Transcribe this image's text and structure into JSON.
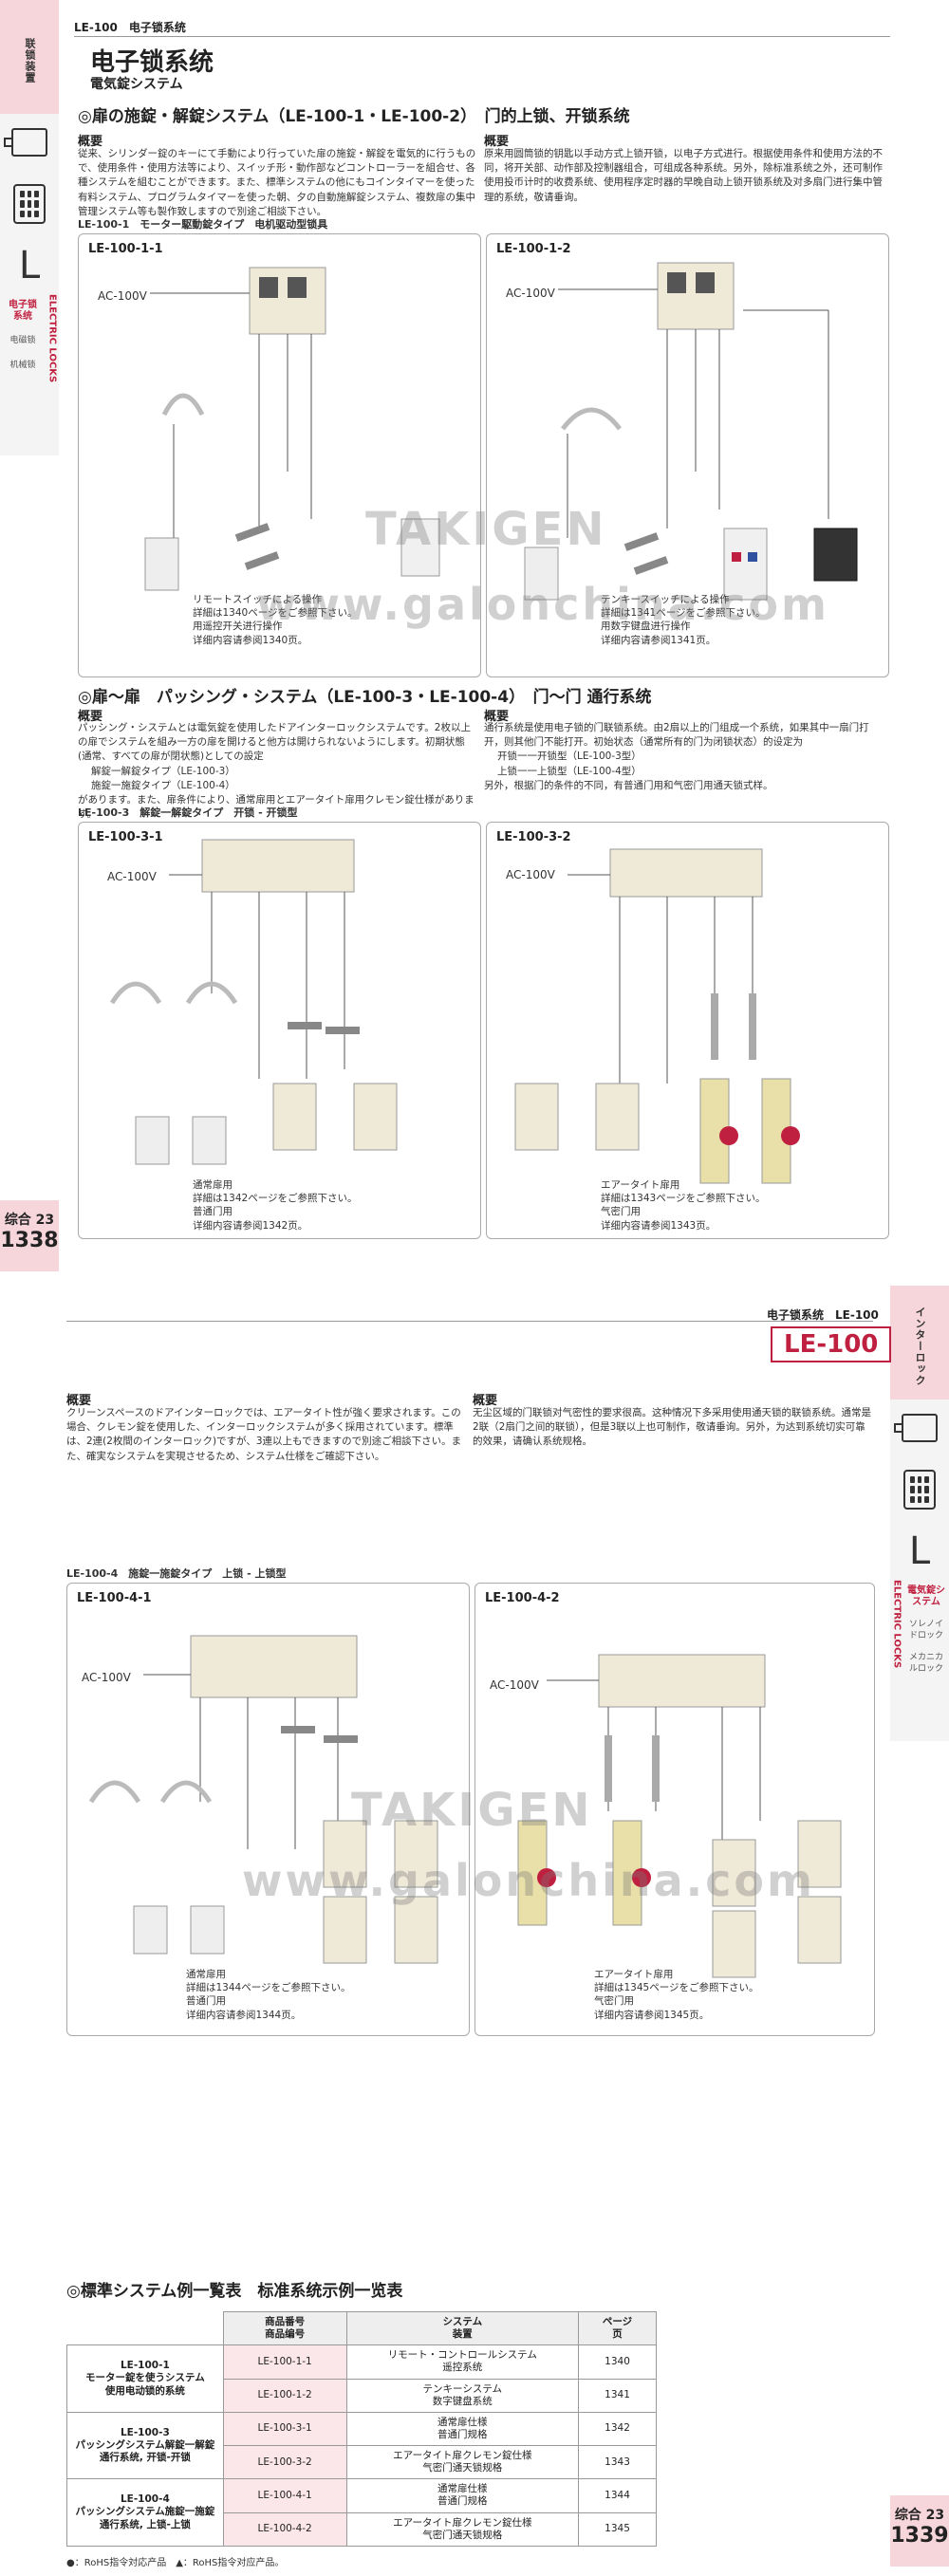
{
  "left_tab": {
    "top_label": "联锁装置",
    "l_letter": "L",
    "current_label": "电子锁系统",
    "items": [
      "电磁锁",
      "机械锁"
    ],
    "vertical_en": "ELECTRIC LOCKS"
  },
  "right_tab": {
    "top_label": "インターロック",
    "l_letter": "L",
    "current_label": "電気錠システム",
    "items": [
      "ソレノイドロック",
      "メカニカルロック"
    ],
    "vertical_en": "ELECTRIC LOCKS"
  },
  "page1": {
    "header": "LE-100　电子锁系统",
    "title": "电子锁系统",
    "subtitle": "電気錠システム",
    "sec1_title": "◎扉の施錠・解錠システム（LE-100-1・LE-100-2）　门的上锁、开锁系统",
    "overview_jp_label": "概要",
    "overview_jp": "従来、シリンダー錠のキーにて手動により行っていた扉の施錠・解錠を電気的に行うもので、使用条件・使用方法等により、スイッチ形・動作部などコントローラーを組合せ、各種システムを組むことができます。また、標準システムの他にもコインタイマーを使った有料システム、プログラムタイマーを使った朝、夕の自動施解錠システム、複数扉の集中管理システム等も製作致しますので別途ご相談下さい。",
    "overview_cn_label": "概要",
    "overview_cn": "原来用圆筒锁的钥匙以手动方式上锁开锁，以电子方式进行。根据使用条件和使用方法的不同，将开关部、动作部及控制器组合，可组成各种系统。另外，除标准系统之外，还可制作使用投币计时的收费系统、使用程序定时器的早晚自动上锁开锁系统及对多扇门进行集中管理的系统，敬请垂询。",
    "sub1": "LE-100-1　モーター駆動錠タイプ　电机驱动型锁具",
    "panel1_title": "LE-100-1-1",
    "panel1_ac": "AC-100V",
    "panel1_caption": [
      "リモートスイッチによる操作",
      "詳細は1340ページをご参照下さい。",
      "用遥控开关进行操作",
      "详细内容请参阅1340页。"
    ],
    "panel2_title": "LE-100-1-2",
    "panel2_ac": "AC-100V",
    "panel2_caption": [
      "テンキースイッチによる操作",
      "詳細は1341ページをご参照下さい。",
      "用数字键盘进行操作",
      "详细内容请参阅1341页。"
    ],
    "sec2_title": "◎扉〜扉　パッシング・システム（LE-100-3・LE-100-4）　门〜门 通行系统",
    "overview2_jp_label": "概要",
    "overview2_jp": "パッシング・システムとは電気錠を使用したドアインターロックシステムです。2枚以上の扉でシステムを組み一方の扉を開けると他方は開けられないようにします。初期状態(通常、すべての扉が閉状態)としての設定",
    "overview2_jp_items": [
      "解錠一解錠タイプ（LE-100-3）",
      "施錠一施錠タイプ（LE-100-4）"
    ],
    "overview2_jp_tail": "があります。また、扉条件により、通常扉用とエアータイト扉用クレモン錠仕様があります。",
    "overview2_cn_label": "概要",
    "overview2_cn": "通行系统是使用电子锁的门联锁系统。由2扇以上的门组成一个系统，如果其中一扇门打开，则其他门不能打开。初始状态（通常所有的门为闭锁状态）的设定为",
    "overview2_cn_items": [
      "开锁一一开锁型（LE-100-3型）",
      "上锁一一上锁型（LE-100-4型）"
    ],
    "overview2_cn_tail": "另外，根据门的条件的不同，有普通门用和气密门用通天锁式样。",
    "sub2": "LE-100-3　解錠一解錠タイプ　开锁 - 开锁型",
    "panel3_title": "LE-100-3-1",
    "panel3_ac": "AC-100V",
    "panel3_caption": [
      "通常扉用",
      "詳細は1342ページをご参照下さい。",
      "普通门用",
      "详细内容请参阅1342页。"
    ],
    "panel4_title": "LE-100-3-2",
    "panel4_ac": "AC-100V",
    "panel4_caption": [
      "エアータイト扉用",
      "詳細は1343ページをご参照下さい。",
      "气密门用",
      "详细内容请参阅1343页。"
    ],
    "page_section": "综合 23",
    "page_number": "1338"
  },
  "page2": {
    "header": "电子锁系统　LE-100",
    "model_box": "LE-100",
    "overview_jp_label": "概要",
    "overview_jp": "クリーンスペースのドアインターロックでは、エアータイト性が強く要求されます。この場合、クレモン錠を使用した、インターロックシステムが多く採用されています。標準は、2連(2枚間のインターロック)ですが、3連以上もできますので別途ご相談下さい。また、確実なシステムを実現させるため、システム仕様をご確認下さい。",
    "overview_cn_label": "概要",
    "overview_cn": "无尘区域的门联锁对气密性的要求很高。这种情况下多采用使用通天锁的联锁系统。通常是2联（2扇门之间的联锁），但是3联以上也可制作，敬请垂询。另外，为达到系统切实可靠的效果，请确认系统规格。",
    "sub": "LE-100-4　施錠一施錠タイプ　上锁 - 上锁型",
    "panel5_title": "LE-100-4-1",
    "panel5_ac": "AC-100V",
    "panel5_caption": [
      "通常扉用",
      "詳細は1344ページをご参照下さい。",
      "普通门用",
      "详细内容请参阅1344页。"
    ],
    "panel6_title": "LE-100-4-2",
    "panel6_ac": "AC-100V",
    "panel6_caption": [
      "エアータイト扉用",
      "詳細は1345ページをご参照下さい。",
      "气密门用",
      "详细内容请参阅1345页。"
    ],
    "table_title": "◎標準システム例一覧表　标准系统示例一览表",
    "table_headers": [
      "",
      "商品番号\n商品编号",
      "システム\n装置",
      "ページ\n页"
    ],
    "table_groups": [
      {
        "name": "LE-100-1\nモーター錠を使うシステム\n使用电动锁的系统",
        "rows": [
          [
            "LE-100-1-1",
            "リモート・コントロールシステム\n遥控系统",
            "1340"
          ],
          [
            "LE-100-1-2",
            "テンキーシステム\n数字键盘系统",
            "1341"
          ]
        ]
      },
      {
        "name": "LE-100-3\nパッシングシステム解錠一解錠\n通行系统, 开锁-开锁",
        "rows": [
          [
            "LE-100-3-1",
            "通常扉仕様\n普通门规格",
            "1342"
          ],
          [
            "LE-100-3-2",
            "エアータイト扉クレモン錠仕様\n气密门通天锁规格",
            "1343"
          ]
        ]
      },
      {
        "name": "LE-100-4\nパッシングシステム施錠一施錠\n通行系统, 上锁-上锁",
        "rows": [
          [
            "LE-100-4-1",
            "通常扉仕様\n普通门规格",
            "1344"
          ],
          [
            "LE-100-4-2",
            "エアータイト扉クレモン錠仕様\n气密门通天锁规格",
            "1345"
          ]
        ]
      }
    ],
    "legend": "●：RoHS指令対応产品　▲：RoHS指令对应产品。",
    "page_section": "综合 23",
    "page_number": "1339"
  },
  "watermark_top": "TAKIGEN",
  "watermark_bottom": "www.galonchina.com",
  "colors": {
    "accent": "#c02040",
    "tab_pink": "#f6d6db",
    "panel_border": "#aaaaaa"
  }
}
